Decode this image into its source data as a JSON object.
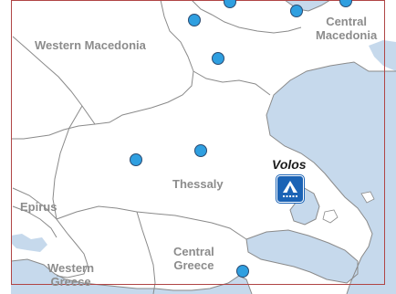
{
  "map": {
    "colors": {
      "land": "#ffffff",
      "sea": "#c6d9ec",
      "border": "#8a8a8a",
      "frame": "#b04545",
      "marker": "#2f9fe0",
      "poi": "#1b63b5"
    },
    "regions": [
      {
        "id": "western-macedonia",
        "lines": [
          "Western Macedonia"
        ]
      },
      {
        "id": "central-macedonia",
        "lines": [
          "Central",
          "Macedonia"
        ]
      },
      {
        "id": "thessaly",
        "lines": [
          "Thessaly"
        ]
      },
      {
        "id": "epirus",
        "lines": [
          "Epirus"
        ]
      },
      {
        "id": "western-greece",
        "lines": [
          "Western",
          "Greece"
        ]
      },
      {
        "id": "central-greece",
        "lines": [
          "Central",
          "Greece"
        ]
      }
    ],
    "selected_place": {
      "name": "Volos",
      "icon": "camping-tent-icon"
    },
    "markers": [
      {
        "icon": "location-dot"
      },
      {
        "icon": "location-dot"
      },
      {
        "icon": "location-dot"
      },
      {
        "icon": "location-dot"
      },
      {
        "icon": "location-dot"
      },
      {
        "icon": "location-dot"
      },
      {
        "icon": "location-dot"
      },
      {
        "icon": "location-dot"
      }
    ]
  }
}
